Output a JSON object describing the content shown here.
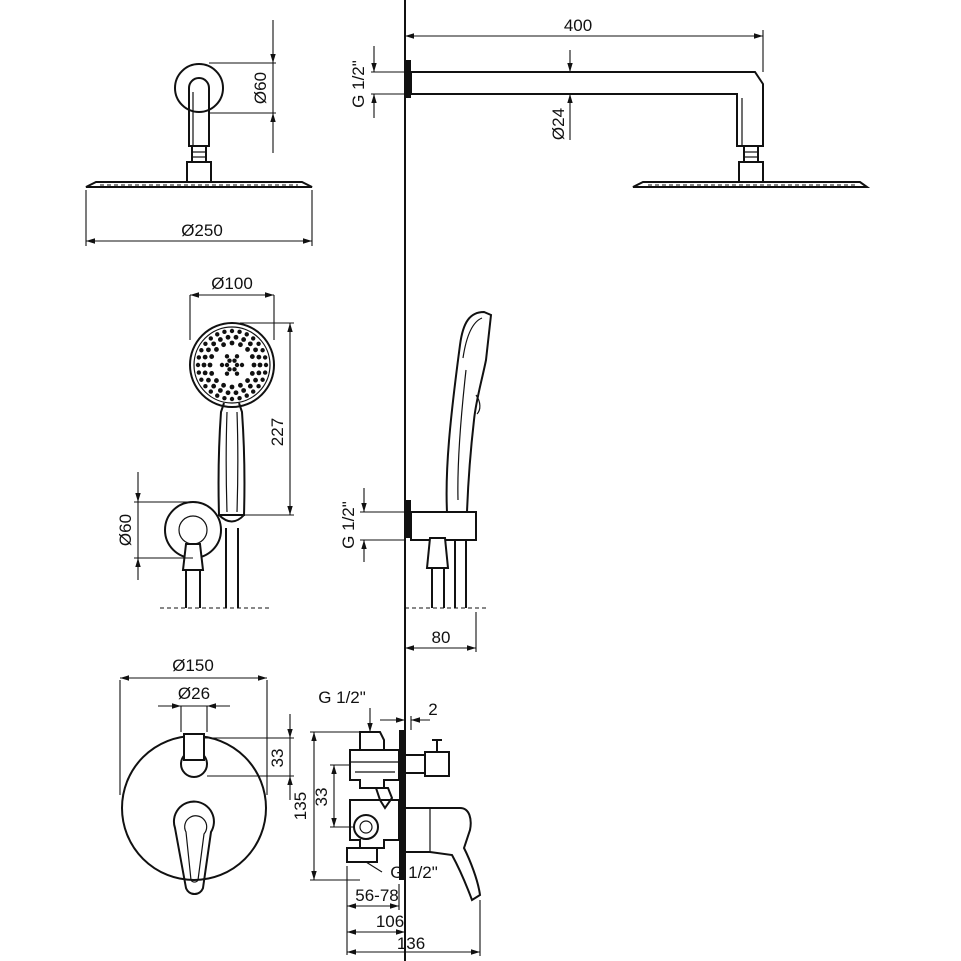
{
  "dimensions": {
    "head_arm_length": "400",
    "head_connection_left": "G 1/2\"",
    "head_arm_diameter": "Ø24",
    "head_flange_diameter": "Ø60",
    "head_diameter": "Ø250",
    "handshower_diameter": "Ø100",
    "handshower_length": "227",
    "outlet_flange_diameter": "Ø60",
    "outlet_connection": "G 1/2\"",
    "outlet_projection": "80",
    "plate_diameter": "Ø150",
    "knob_diameter": "Ø26",
    "plate_spacing": "33",
    "valve_top_connection": "G 1/2\"",
    "valve_plate_gap": "2",
    "valve_height": "135",
    "valve_spacing": "33",
    "valve_bottom_connection": "G 1/2\"",
    "valve_depth_range": "56-78",
    "valve_depth_mid": "106",
    "valve_depth_total": "136"
  }
}
